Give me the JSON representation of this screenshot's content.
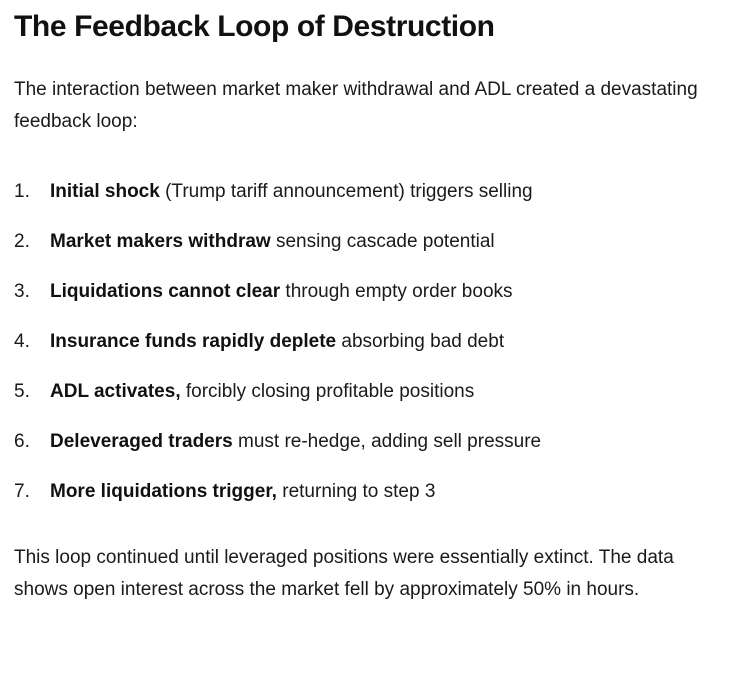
{
  "article": {
    "title": "The Feedback Loop of Destruction",
    "intro_paragraph": "The interaction between market maker withdrawal and ADL created a devastating feedback loop:",
    "steps": [
      {
        "number": "1.",
        "lead": "Initial shock",
        "rest": " (Trump tariff announcement) triggers selling"
      },
      {
        "number": "2.",
        "lead": "Market makers withdraw",
        "rest": " sensing cascade potential"
      },
      {
        "number": "3.",
        "lead": "Liquidations cannot clear",
        "rest": " through empty order books"
      },
      {
        "number": "4.",
        "lead": "Insurance funds rapidly deplete",
        "rest": " absorbing bad debt"
      },
      {
        "number": "5.",
        "lead": "ADL activates,",
        "rest": " forcibly closing profitable positions"
      },
      {
        "number": "6.",
        "lead": "Deleveraged traders",
        "rest": " must re-hedge, adding sell pressure"
      },
      {
        "number": "7.",
        "lead": "More liquidations trigger,",
        "rest": " returning to step 3"
      }
    ],
    "closing_paragraph": "This loop continued until leveraged positions were essentially extinct. The data shows open interest across the market fell by approximately 50% in hours."
  },
  "colors": {
    "background": "#ffffff",
    "text": "#1a1a1a",
    "heading": "#111111"
  }
}
